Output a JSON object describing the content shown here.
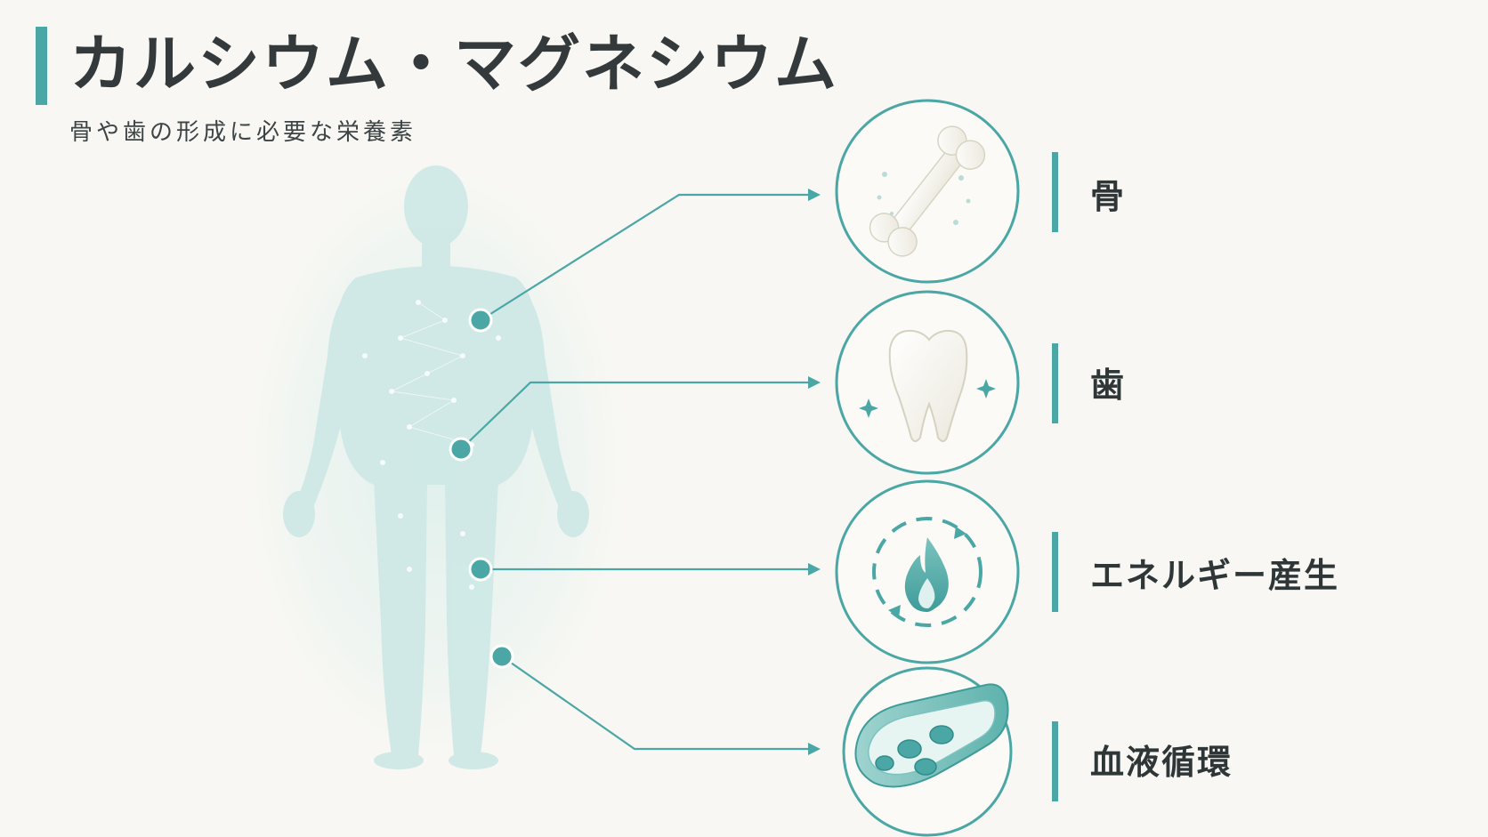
{
  "header": {
    "title": "カルシウム・マグネシウム",
    "subtitle": "骨や歯の形成に必要な栄養素"
  },
  "colors": {
    "accent": "#4aa7a5",
    "body_fill": "#cfe9e6",
    "text": "#2f3638",
    "background": "#f8f7f3"
  },
  "functions": [
    {
      "label": "骨",
      "icon": "bone-icon"
    },
    {
      "label": "歯",
      "icon": "tooth-icon"
    },
    {
      "label": "エネルギー産生",
      "icon": "energy-flame-icon"
    },
    {
      "label": "血液循環",
      "icon": "blood-vessel-icon"
    }
  ]
}
